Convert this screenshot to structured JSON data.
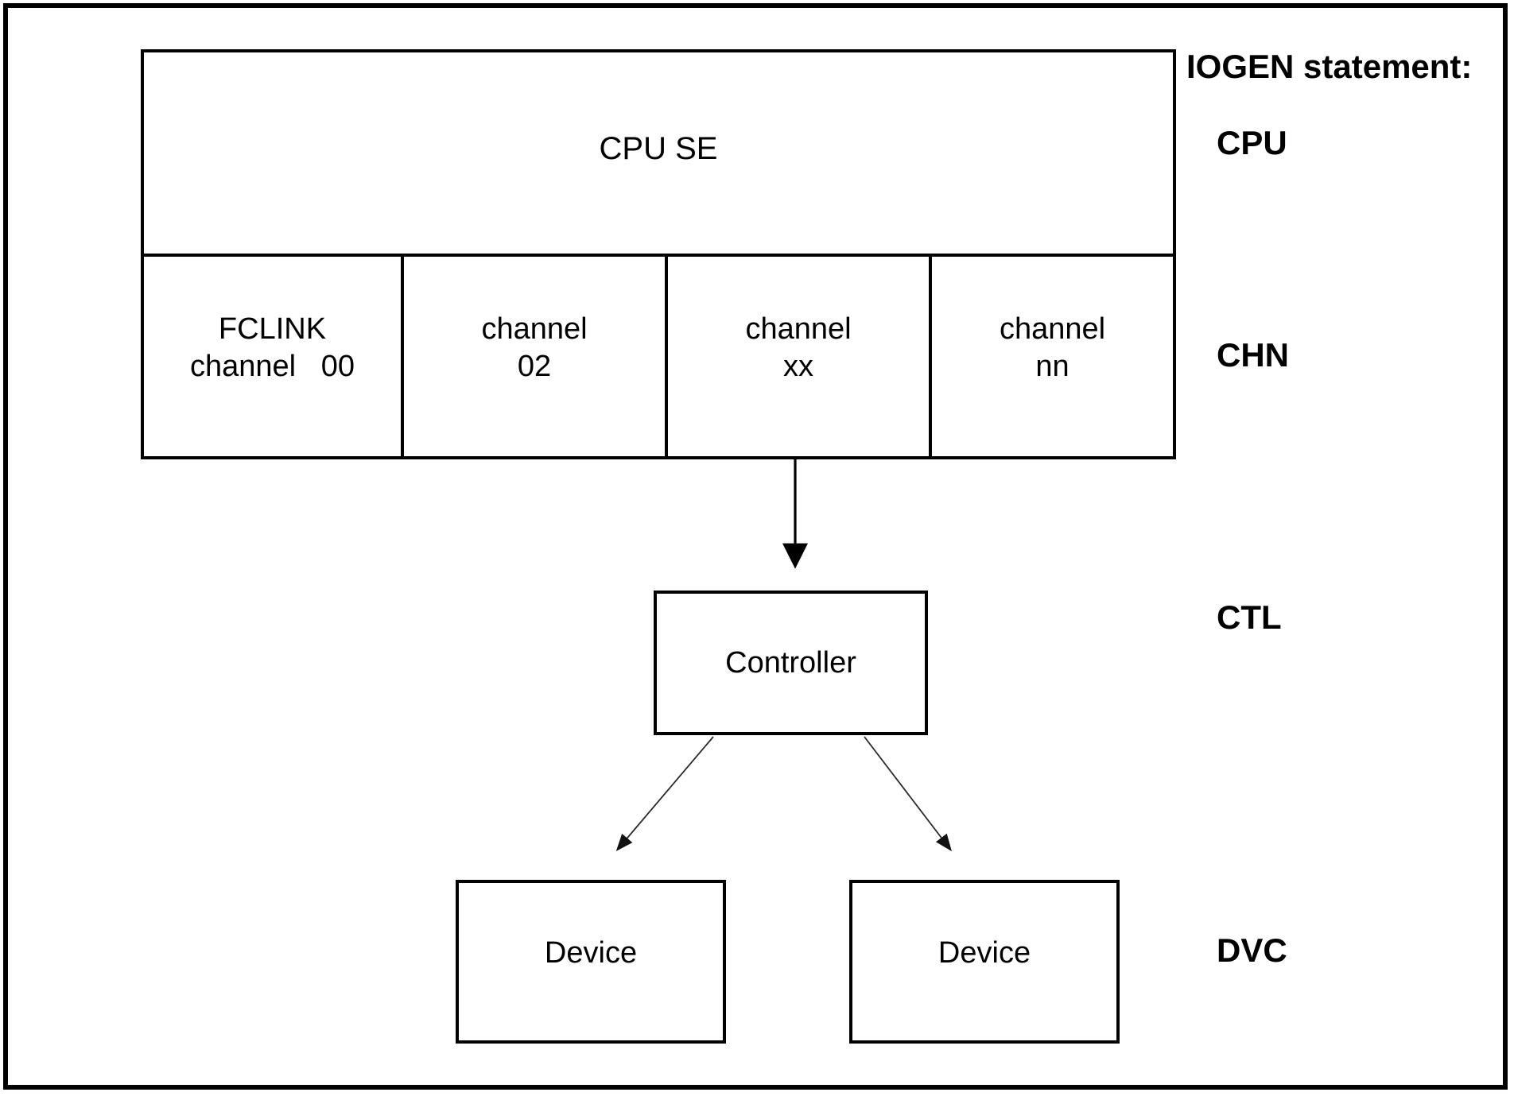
{
  "diagram": {
    "cpu_box": {
      "label": "CPU SE"
    },
    "channels": [
      {
        "label": "FCLINK\nchannel   00"
      },
      {
        "label": "channel\n02"
      },
      {
        "label": "channel\nxx"
      },
      {
        "label": "channel\nnn"
      }
    ],
    "controller": {
      "label": "Controller"
    },
    "devices": [
      {
        "label": "Device"
      },
      {
        "label": "Device"
      }
    ],
    "side_labels": {
      "heading": "IOGEN statement:",
      "cpu": "CPU",
      "chn": "CHN",
      "ctl": "CTL",
      "dvc": "DVC"
    },
    "colors": {
      "line": "#000000",
      "background": "#ffffff",
      "text": "#000000"
    }
  }
}
